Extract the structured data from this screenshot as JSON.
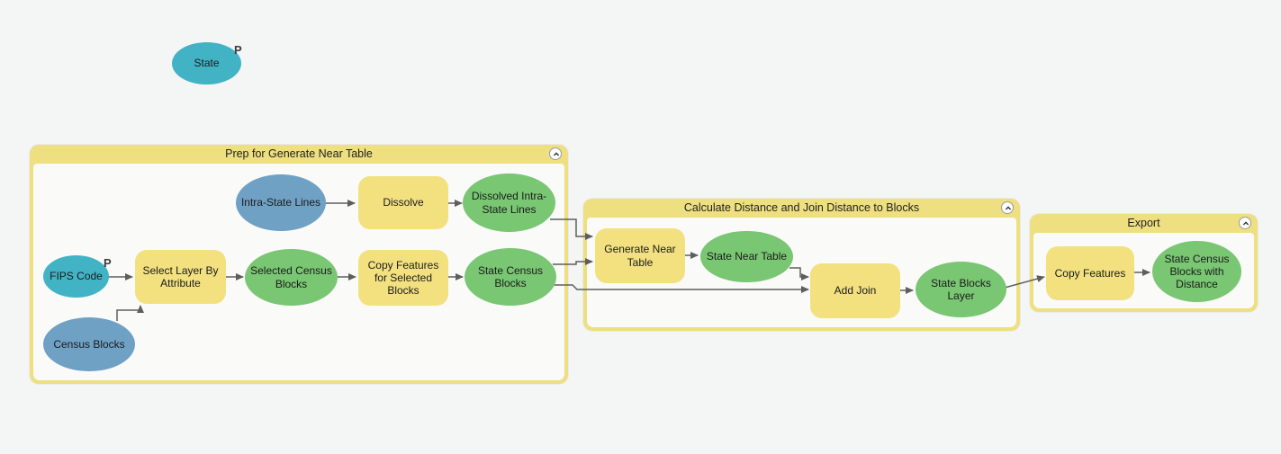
{
  "groups": {
    "prep": {
      "title": "Prep for Generate Near Table"
    },
    "calc": {
      "title": "Calculate Distance and Join Distance to Blocks"
    },
    "export": {
      "title": "Export"
    }
  },
  "nodes": {
    "state": {
      "label": "State",
      "badge": "P",
      "type": "parameter"
    },
    "intra_state_lines": {
      "label": "Intra-State Lines",
      "type": "input-data"
    },
    "dissolve": {
      "label": "Dissolve",
      "type": "tool"
    },
    "dissolved_intra_state_lines": {
      "label": "Dissolved Intra-State Lines",
      "type": "output-data"
    },
    "fips_code": {
      "label": "FIPS Code",
      "badge": "P",
      "type": "parameter"
    },
    "select_layer_by_attribute": {
      "label": "Select Layer By Attribute",
      "type": "tool"
    },
    "selected_census_blocks": {
      "label": "Selected Census Blocks",
      "type": "output-data"
    },
    "copy_features_for_selected_blocks": {
      "label": "Copy Features for Selected Blocks",
      "type": "tool"
    },
    "state_census_blocks": {
      "label": "State Census Blocks",
      "type": "output-data"
    },
    "census_blocks": {
      "label": "Census Blocks",
      "type": "input-data"
    },
    "generate_near_table": {
      "label": "Generate Near Table",
      "type": "tool"
    },
    "state_near_table": {
      "label": "State Near Table",
      "type": "output-data"
    },
    "add_join": {
      "label": "Add Join",
      "type": "tool"
    },
    "state_blocks_layer": {
      "label": "State Blocks Layer",
      "type": "output-data"
    },
    "copy_features": {
      "label": "Copy Features",
      "type": "tool"
    },
    "state_census_blocks_with_distance": {
      "label": "State Census Blocks with Distance",
      "type": "output-data"
    }
  },
  "connections": [
    {
      "from": "intra_state_lines",
      "to": "dissolve"
    },
    {
      "from": "dissolve",
      "to": "dissolved_intra_state_lines"
    },
    {
      "from": "dissolved_intra_state_lines",
      "to": "generate_near_table"
    },
    {
      "from": "fips_code",
      "to": "select_layer_by_attribute"
    },
    {
      "from": "census_blocks",
      "to": "select_layer_by_attribute"
    },
    {
      "from": "select_layer_by_attribute",
      "to": "selected_census_blocks"
    },
    {
      "from": "selected_census_blocks",
      "to": "copy_features_for_selected_blocks"
    },
    {
      "from": "copy_features_for_selected_blocks",
      "to": "state_census_blocks"
    },
    {
      "from": "state_census_blocks",
      "to": "generate_near_table"
    },
    {
      "from": "state_census_blocks",
      "to": "add_join"
    },
    {
      "from": "generate_near_table",
      "to": "state_near_table"
    },
    {
      "from": "state_near_table",
      "to": "add_join"
    },
    {
      "from": "add_join",
      "to": "state_blocks_layer"
    },
    {
      "from": "state_blocks_layer",
      "to": "copy_features"
    },
    {
      "from": "copy_features",
      "to": "state_census_blocks_with_distance"
    }
  ],
  "colors": {
    "canvas_background": "#f4f5f5",
    "group_accent": "#eedf80",
    "group_interior": "#fafaf9",
    "tool_fill": "#f3e180",
    "parameter_fill": "#41b3c5",
    "input_data_fill": "#6fa1c5",
    "output_data_fill": "#79c673",
    "connector": "#5e5e5e"
  },
  "icons": {
    "collapse": "chevron-up-circle"
  }
}
